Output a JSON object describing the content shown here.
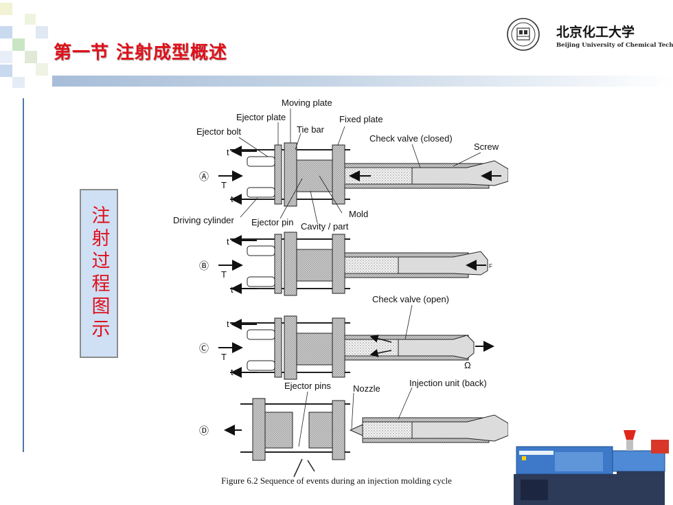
{
  "slide": {
    "title": "第一节  注射成型概述",
    "side_label": "注射过程图示",
    "colors": {
      "title": "#e0101a",
      "side_box_fill": "#cfe0f5",
      "title_bar": "#a7bdd8"
    }
  },
  "logo": {
    "name_cn": "北京化工大学",
    "name_en": "Beijing University of Chemical Technology"
  },
  "figure": {
    "caption": "Figure 6.2  Sequence of events during an injection molding cycle",
    "labels": {
      "moving_plate": "Moving plate",
      "ejector_plate": "Ejector plate",
      "fixed_plate": "Fixed plate",
      "ejector_bolt": "Ejector bolt",
      "tie_bar": "Tie bar",
      "check_valve_closed": "Check valve (closed)",
      "screw": "Screw",
      "mold": "Mold",
      "driving_cylinder": "Driving cylinder",
      "ejector_pin": "Ejector pin",
      "cavity_part": "Cavity / part",
      "check_valve_open": "Check valve (open)",
      "ejector_pins": "Ejector pins",
      "nozzle": "Nozzle",
      "injection_unit_back": "Injection unit (back)",
      "t": "t",
      "T": "T",
      "F": "F",
      "omega": "Ω"
    },
    "stages": [
      "Ⓐ",
      "Ⓑ",
      "Ⓒ",
      "Ⓓ"
    ]
  },
  "icons": {
    "seal": "university-seal-icon",
    "machine": "injection-molding-machine-photo"
  }
}
